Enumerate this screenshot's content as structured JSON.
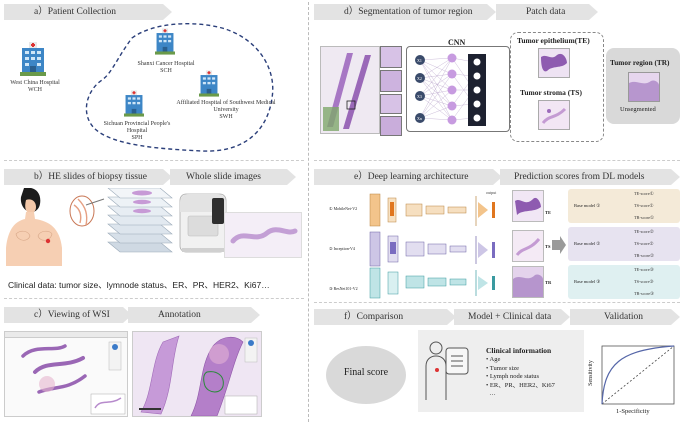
{
  "banners": {
    "a": "a）Patient Collection",
    "b": "b）HE slides of biopsy tissue",
    "b2": "Whole slide images",
    "c": "c）Viewing of WSI",
    "c2": "Annotation",
    "d": "d）Segmentation of tumor region",
    "d2": "Patch data",
    "e": "e）Deep learning architecture",
    "e2": "Prediction scores from DL models",
    "f": "f）Comparison",
    "f2": "Model + Clinical data",
    "f3": "Validation"
  },
  "hospitals": [
    {
      "name": "West China Hospital",
      "abbr": "WCH"
    },
    {
      "name": "Shanxi Cancer Hospital",
      "abbr": "SCH"
    },
    {
      "name": "Affiliated Hospital of Southwest Medical University",
      "abbr": "SWH"
    },
    {
      "name": "Sichuan Provincial People's Hospital",
      "abbr": "SPH"
    }
  ],
  "clinical_line": "Clinical data: tumor size、lymnode status、ER、PR、HER2、Ki67…",
  "segmentation": {
    "cnn_label": "CNN",
    "nodes": [
      "X1",
      "X2",
      "X3",
      "Xn"
    ],
    "te": "Tumor epithelium(TE)",
    "ts": "Tumor stroma (TS)",
    "tr": "Tumor region (TR)",
    "unseg": "Unsegmented"
  },
  "architectures": [
    {
      "name": "① MobileNet-V2"
    },
    {
      "name": "② Inception-V4"
    },
    {
      "name": "③ ResNet101-V2"
    }
  ],
  "arch_output": "output",
  "patch_tags": [
    "TE",
    "TS",
    "TR"
  ],
  "base_models": [
    {
      "label": "Base model ①",
      "scores": [
        "TE-score①",
        "TS-score①",
        "TR-score①"
      ],
      "color": "#f4ead8"
    },
    {
      "label": "Base model ②",
      "scores": [
        "TE-score②",
        "TS-score②",
        "TR-score②"
      ],
      "color": "#e7e3f0"
    },
    {
      "label": "Base model ③",
      "scores": [
        "TE-score③",
        "TS-score③",
        "TR-score③"
      ],
      "color": "#dff0f1"
    }
  ],
  "final_score": "Final score",
  "clinical_info": {
    "title": "Clinical information",
    "items": [
      "Age",
      "Tumor size",
      "Lymph node status",
      "ER、PR、HER2、Ki67",
      "…"
    ]
  },
  "roc": {
    "xlabel": "1-Specificity",
    "ylabel": "Sensitivity"
  },
  "colors": {
    "banner": "#e3e3e3",
    "tissue": "#b48ac8",
    "dashed": "#2b3f7a"
  }
}
